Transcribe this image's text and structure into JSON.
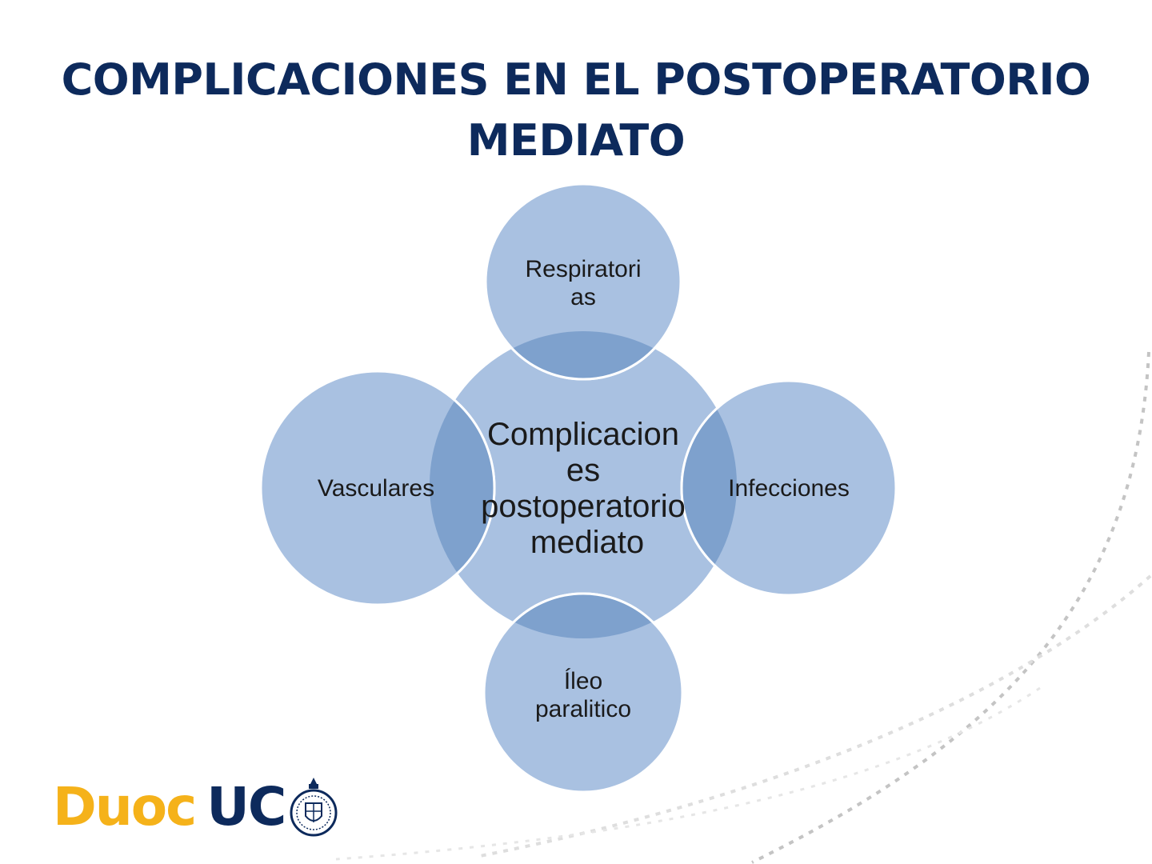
{
  "slide": {
    "title_line1": "COMPLICACIONES EN EL POSTOPERATORIO",
    "title_line2": "MEDIATO"
  },
  "diagram": {
    "center": [
      "Complicacion",
      "es",
      "postoperatorio",
      "mediato"
    ],
    "top": [
      "Respiratori",
      "as"
    ],
    "left": [
      "Vasculares"
    ],
    "right": [
      "Infecciones"
    ],
    "bottom": [
      "Íleo",
      "paralitico"
    ],
    "colors": {
      "circle_fill": "#a9c1e1",
      "overlap_fill": "#7ea1cd",
      "circle_stroke": "#ffffff",
      "text": "#1a1a1a"
    }
  },
  "logo": {
    "part1": "Duoc",
    "part2": "UC",
    "colors": {
      "part1": "#f5b21a",
      "part2": "#0d2a5c"
    }
  }
}
